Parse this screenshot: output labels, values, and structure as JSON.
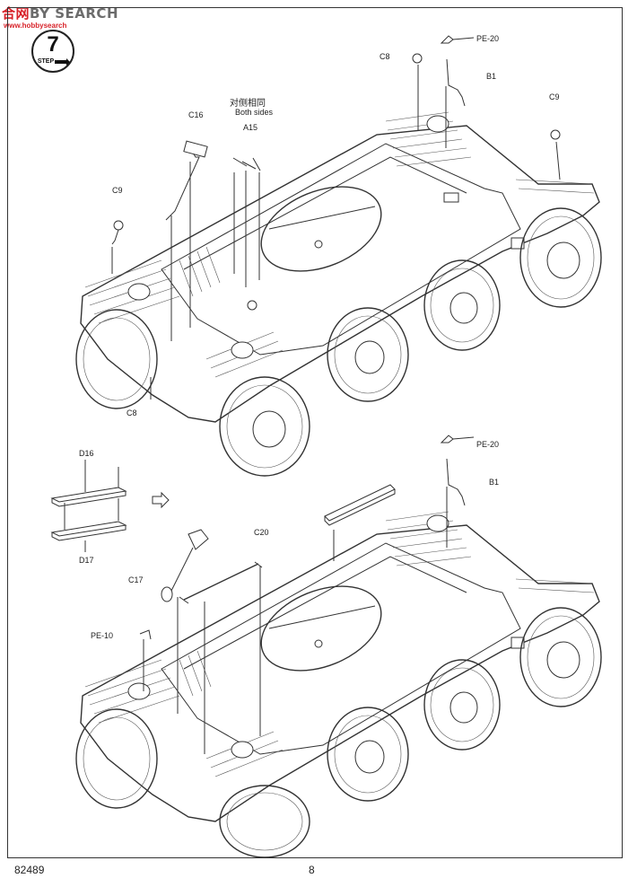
{
  "watermark": {
    "part1": "合",
    "part2": "网",
    "part3": "BY SEARCH",
    "url": "www.hobbysearch"
  },
  "step": {
    "number": "7",
    "label": "STEP"
  },
  "labels": {
    "pe20_top": "PE-20",
    "c8_top": "C8",
    "b1_top": "B1",
    "c9_right": "C9",
    "both_sides_cn": "对侧相同",
    "both_sides_en": "Both sides",
    "c16": "C16",
    "a15": "A15",
    "c9_left": "C9",
    "c8_bottom": "C8",
    "d16": "D16",
    "d17": "D17",
    "pe20_bottom": "PE-20",
    "b1_bottom": "B1",
    "c20": "C20",
    "c17": "C17",
    "pe10": "PE-10"
  },
  "footer": {
    "code": "82489",
    "page": "8"
  }
}
